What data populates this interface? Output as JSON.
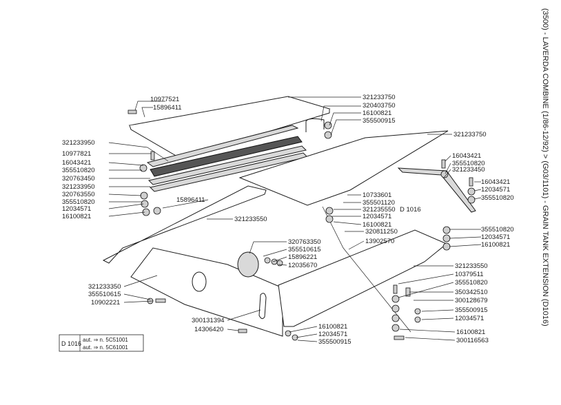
{
  "side_title": "(3500) - LAVERDA COMBINE (1/86-12/92) > (G03/1101) - GRAIN TANK EXTENSION (D1016)",
  "drawing_code": "D 1016",
  "legend": {
    "code": "D 1016",
    "line1": "aut. ⇒ n. 5C51001",
    "line2": "aut. ⇒ n. 5C61001"
  },
  "labels": {
    "p10977521": "10977521",
    "p15896411_top": "15896411",
    "p321233750_top": "321233750",
    "p320403750": "320403750",
    "p16100821_top": "16100821",
    "p355500915_top": "355500915",
    "p321233750_right": "321233750",
    "p321233950_a": "321233950",
    "p10977821": "10977821",
    "p16043421_left": "16043421",
    "p355510820_left": "355510820",
    "p320763450": "320763450",
    "p321233950_b": "321233950",
    "p320763550": "320763550",
    "p355510820_left2": "355510820",
    "p12034571_left": "12034571",
    "p16100821_left": "16100821",
    "p15896411_mid": "15896411",
    "p321233550_mid": "321233550",
    "p16043421_right": "16043421",
    "p355510820_right": "355510820",
    "p321233450": "321233450",
    "p16043421_right2": "16043421",
    "p12034571_right": "12034571",
    "p355510820_right2": "355510820",
    "p10733601": "10733601",
    "p355501120": "355501120",
    "p321235550": "321235550",
    "d1016_inline": "D 1016",
    "p12034571_mid": "12034571",
    "p16100821_mid": "16100821",
    "p320811250": "320811250",
    "p13902570": "13902570",
    "p355510820_r3": "355510820",
    "p12034571_r3": "12034571",
    "p16100821_r3": "16100821",
    "p320763350": "320763350",
    "p355510615_mid": "355510615",
    "p15896221": "15896221",
    "p12035670": "12035670",
    "p321233550_right": "321233550",
    "p10379511": "10379511",
    "p355510820_r4": "355510820",
    "p321233350": "321233350",
    "p355510615_left": "355510615",
    "p10902221": "10902221",
    "p350342510": "350342510",
    "p300128679": "300128679",
    "p355500915_r": "355500915",
    "p12034571_r4": "12034571",
    "p300131394": "300131394",
    "p14306420": "14306420",
    "p16100821_bot": "16100821",
    "p12034571_bot": "12034571",
    "p355500915_bot": "355500915",
    "p16100821_r5": "16100821",
    "p300116563": "300116563"
  }
}
